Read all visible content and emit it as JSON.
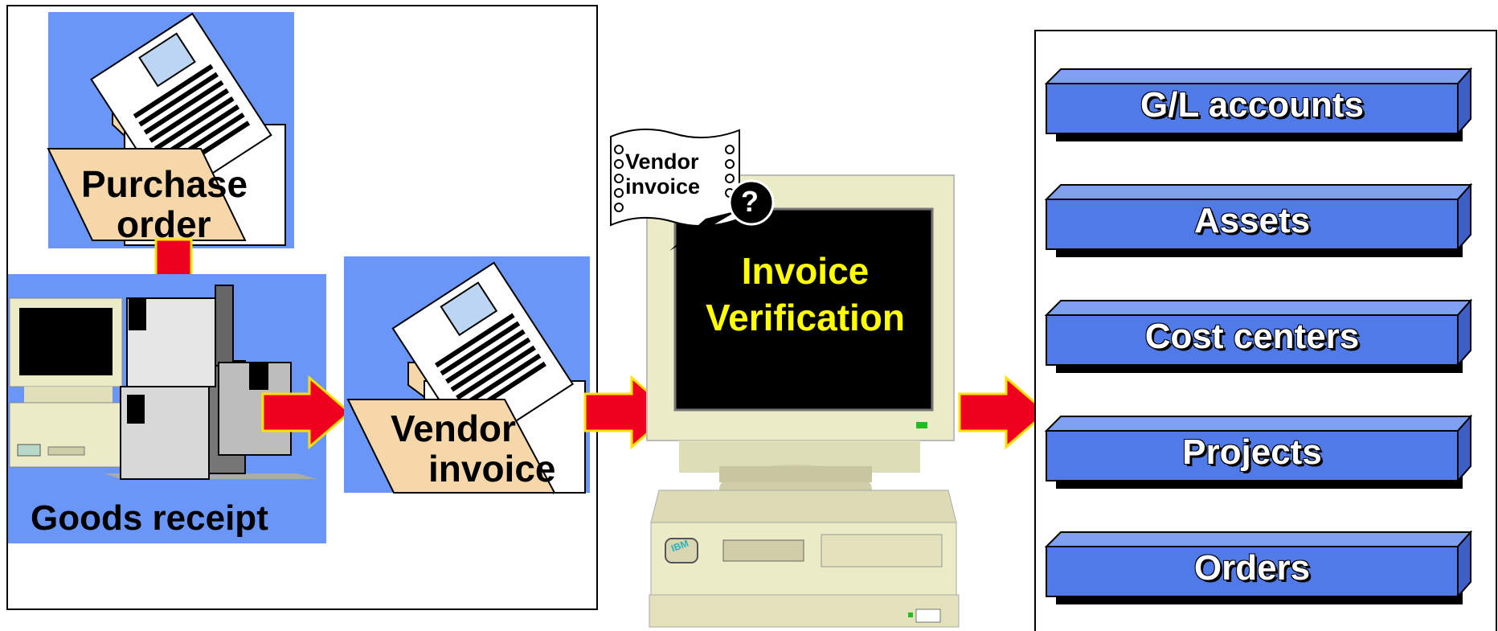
{
  "purchase_order": {
    "label_line1": "Purchase",
    "label_line2": "order"
  },
  "goods_receipt": {
    "label": "Goods receipt"
  },
  "vendor_invoice_doc": {
    "label_line1": "Vendor",
    "label_line2": "invoice"
  },
  "paper_note": {
    "line1": "Vendor",
    "line2": "invoice",
    "question": "?"
  },
  "monitor_screen": {
    "line1": "Invoice",
    "line2": "Verification"
  },
  "computer_badge": {
    "text": "IBM"
  },
  "postings": {
    "items": [
      {
        "label": "G/L accounts"
      },
      {
        "label": "Assets"
      },
      {
        "label": "Cost centers"
      },
      {
        "label": "Projects"
      },
      {
        "label": "Orders"
      }
    ]
  },
  "colors": {
    "blue_panel": "#6a96f7",
    "bar_blue": "#4f7ae8",
    "arrow_red": "#f00020",
    "arrow_outline": "#ffe000",
    "screen_text": "#ffff00",
    "beige": "#f5d7a9",
    "computer_beige": "#ecebc8"
  }
}
